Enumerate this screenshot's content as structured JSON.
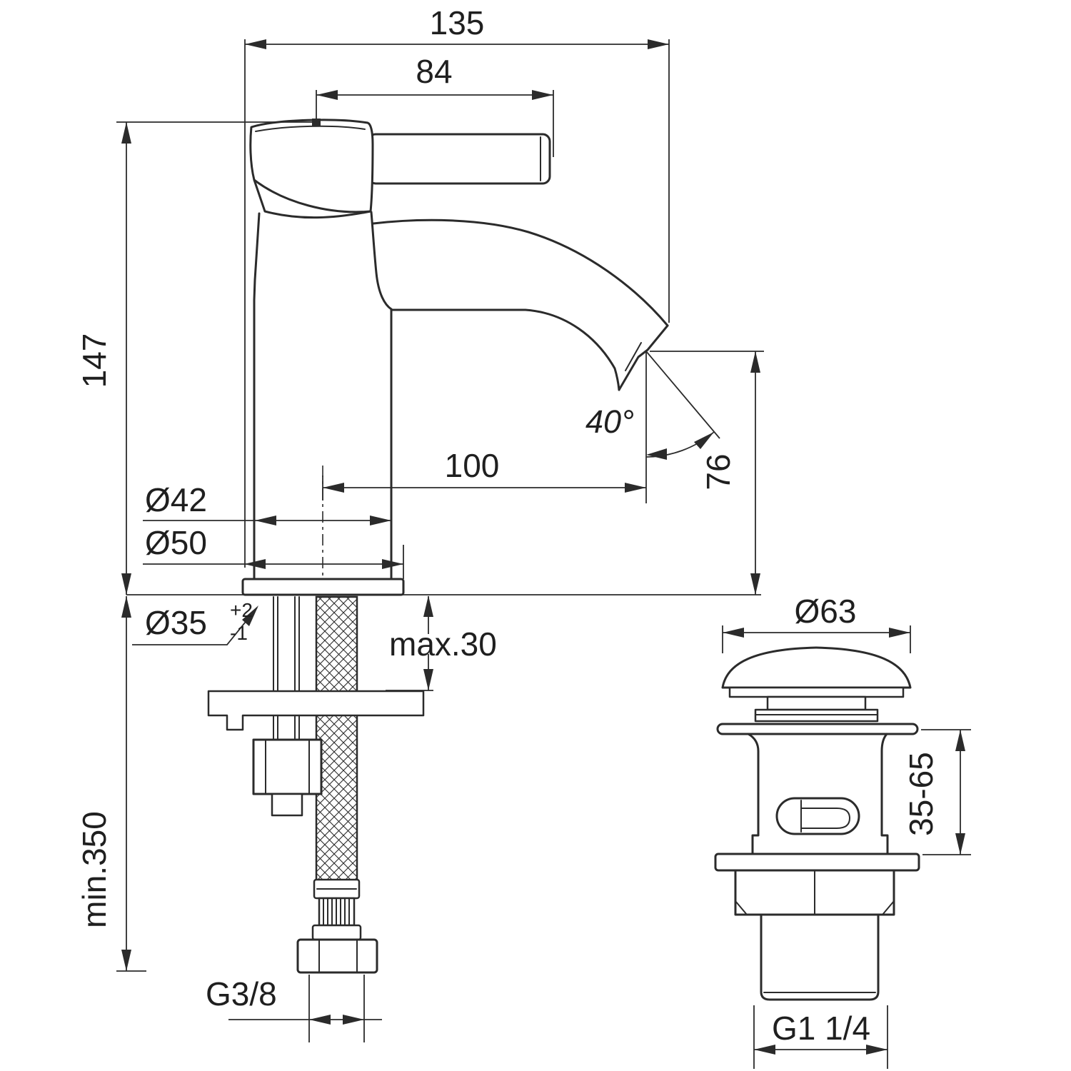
{
  "meta": {
    "drawing_type": "technical dimension drawing",
    "subject": "single-lever basin mixer with pop-up waste"
  },
  "colors": {
    "line": "#2b2b2b",
    "text": "#1f1f1f",
    "background": "#ffffff"
  },
  "faucet": {
    "total_depth": "135",
    "handle_length": "84",
    "height": "147",
    "spout_reach": "100",
    "spout_angle": "40°",
    "outlet_height": "76",
    "body_diameter": "Ø42",
    "base_diameter": "Ø50",
    "hole_diameter": "Ø35",
    "hole_tolerance_plus": "+2",
    "hole_tolerance_minus": "-1",
    "counter_thickness": "max.30",
    "hose_length": "min.350",
    "inlet_thread": "G3/8"
  },
  "waste": {
    "cap_diameter": "Ø63",
    "clamping_range": "35-65",
    "outlet_thread": "G1 1/4"
  }
}
